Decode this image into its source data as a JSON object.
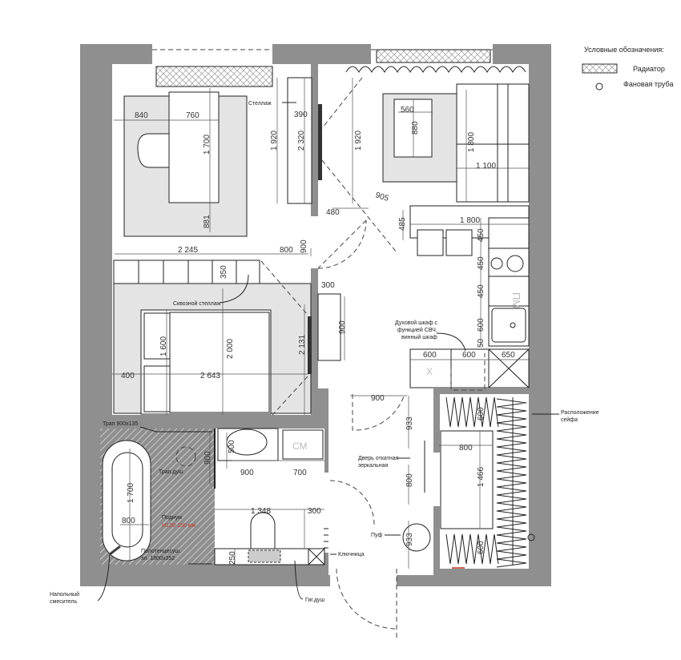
{
  "legend": {
    "title": "Условные обозначения:",
    "radiator": "Радиатор",
    "fan_pipe": "Фановая труба"
  },
  "labels": {
    "shelf": "Стеллаж",
    "through_shelf": "Сквозной стеллаж",
    "oven_1": "Духовой шкаф с",
    "oven_2": "функцией СВЧ,",
    "oven_3": "винный шкаф",
    "drain": "Трап 900x135",
    "shower_drain": "Трап.душ",
    "podium": "Подиум",
    "podium_height": "H120-150 мм",
    "towel_1": "Полотенцесуш.",
    "towel_2": "эл. 1800x352",
    "floor_mixer_1": "Напольный",
    "floor_mixer_2": "смеситель",
    "hyg_shower": "Гиг.душ",
    "key_holder": "Ключница",
    "pouf": "Пуф",
    "sliding_door_1": "Дверь откатная",
    "sliding_door_2": "зеркальная",
    "safe_1": "Расположение",
    "safe_2": "сейфа",
    "washer": "СМ",
    "dishwasher": "ПМ",
    "cross": "X"
  },
  "dims": {
    "desk_left": "840",
    "desk_w": "760",
    "desk_len": "1 700",
    "desk_gap": "881",
    "room_w": "2 245",
    "door_w": "800",
    "door_side": "900",
    "rack_h": "1 920",
    "rack_total": "2 320",
    "rack_d": "390",
    "shelf_d": "350",
    "bed_w": "1 600",
    "bed_len": "2 000",
    "bed_side": "400",
    "room_len": "2 643",
    "tv_wall": "2 131",
    "cab_d": "300",
    "cab_h": "900",
    "kitchen_wall": "480",
    "diag": "905",
    "wall_h": "1 920",
    "table_w": "560",
    "table_l": "880",
    "sofa_l": "1 800",
    "sofa_w": "1 100",
    "bar_gap": "485",
    "bar_len": "1 800",
    "k1": "450",
    "k2": "450",
    "k3": "450",
    "k4": "600",
    "k5": "50",
    "c1": "600",
    "c2": "600",
    "c3": "650",
    "hall_door": "900",
    "hall_1": "933",
    "hall_2": "800",
    "hall_3": "933",
    "w1": "600",
    "w2": "800",
    "w3": "1 466",
    "w4": "600",
    "sink_d": "500",
    "bath_wall": "900",
    "sink_w": "900",
    "wm_w": "700",
    "bath_len": "1 700",
    "bath_w": "800",
    "wc_zone": "1 348",
    "wc_side": "300",
    "wc_d": "250"
  },
  "colors": {
    "wall": "#8f8f8f",
    "rug": "#e4e4e4",
    "accent": "#c0392b"
  }
}
